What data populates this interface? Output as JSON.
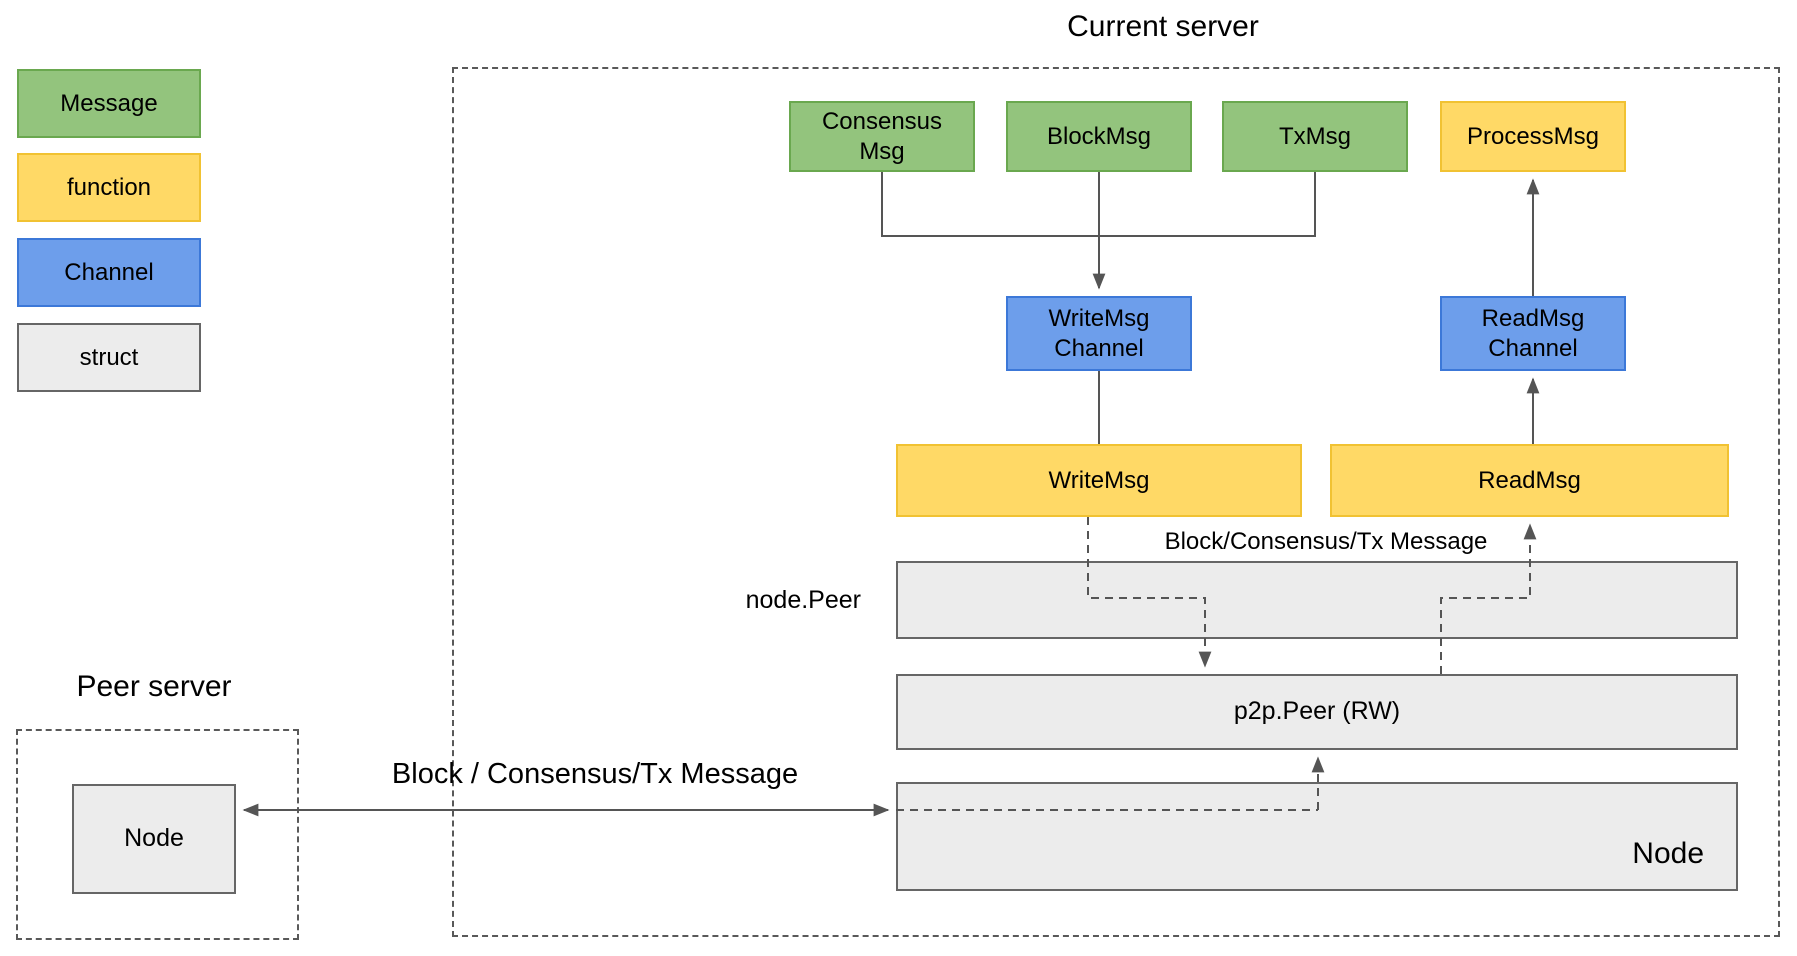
{
  "colors": {
    "message_fill": "#93c47d",
    "message_border": "#6aa84f",
    "function_fill": "#ffd966",
    "function_border": "#f1c232",
    "channel_fill": "#6d9eeb",
    "channel_border": "#3c78d8",
    "struct_fill": "#ececec",
    "struct_border": "#666666",
    "dashed_border": "#595959",
    "line": "#555555",
    "text": "#000000"
  },
  "legend": {
    "items": [
      {
        "label": "Message",
        "type": "message"
      },
      {
        "label": "function",
        "type": "function"
      },
      {
        "label": "Channel",
        "type": "channel"
      },
      {
        "label": "struct",
        "type": "struct"
      }
    ]
  },
  "current_server": {
    "title": "Current server",
    "consensus_msg": "Consensus\nMsg",
    "block_msg": "BlockMsg",
    "tx_msg": "TxMsg",
    "process_msg": "ProcessMsg",
    "write_msg_channel": "WriteMsg\nChannel",
    "read_msg_channel": "ReadMsg\nChannel",
    "write_msg": "WriteMsg",
    "read_msg": "ReadMsg",
    "flow_label": "Block/Consensus/Tx Message",
    "node_peer_label": "node.Peer",
    "p2p_peer": "p2p.Peer (RW)",
    "node_label": "Node"
  },
  "peer_server": {
    "title": "Peer server",
    "node_label": "Node"
  },
  "link_label": "Block / Consensus/Tx Message"
}
